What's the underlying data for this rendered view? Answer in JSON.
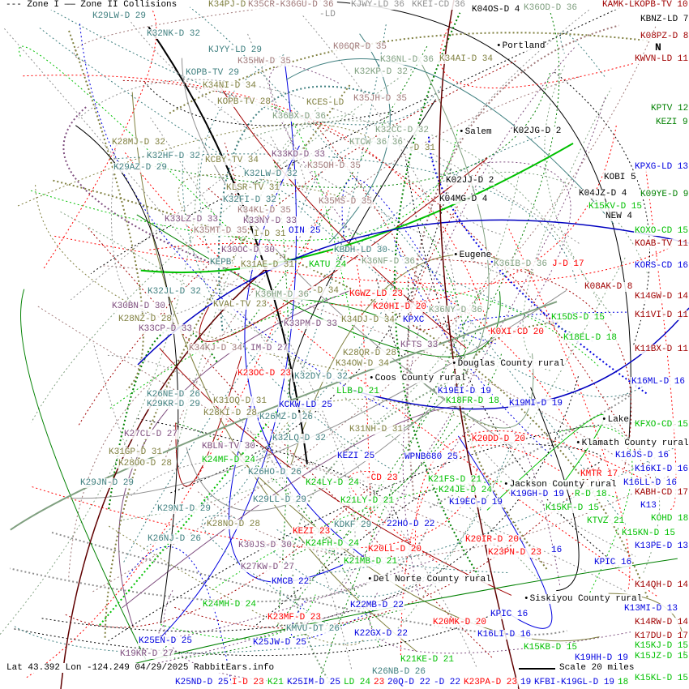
{
  "legend": {
    "zone1": "--- Zone I",
    "zone2": "—— Zone II Collisions"
  },
  "status": "Lat 43.392 Lon -124.249 04/29/2025 RabbitEars.info",
  "scale": "Scale 20 miles",
  "north": "N",
  "colors": {
    "teal": "#408080",
    "rose": "#a07878",
    "olive": "#808040",
    "graygreen": "#80a080",
    "purple": "#805080",
    "blue": "#0000e0",
    "green": "#00c000",
    "darkgreen": "#008000",
    "red": "#ff0000",
    "darkred": "#a00000",
    "black": "#000000",
    "gray": "#909090"
  },
  "cities": [
    "Portland",
    "Salem",
    "Eugene",
    "Douglas County rural",
    "Coos County rural",
    "Lake",
    "Klamath County rural",
    "Jackson County rural",
    "Del Norte County rural",
    "Siskiyou County rural"
  ],
  "labels": [
    {
      "text": "K29LW-D 29",
      "color": "teal"
    },
    {
      "text": "K34PJ-D",
      "color": "olive"
    },
    {
      "text": "K35CR-K36GU-D 36",
      "color": "rose"
    },
    {
      "text": "-LD",
      "color": "gray"
    },
    {
      "text": "KJWY-LD 36",
      "color": "gray"
    },
    {
      "text": "KKEI-CD 36",
      "color": "gray"
    },
    {
      "text": "K04OS-D 4",
      "color": "black"
    },
    {
      "text": "K36OD-D 36",
      "color": "graygreen"
    },
    {
      "text": "KAMK-LKOPB-TV 10",
      "color": "darkred"
    },
    {
      "text": "KBNZ-LD 7",
      "color": "black"
    },
    {
      "text": "K08PZ-D 8",
      "color": "darkred"
    },
    {
      "text": "KWVN-LD 11",
      "color": "darkred"
    },
    {
      "text": "K32NK-D 32",
      "color": "teal"
    },
    {
      "text": "KJYY-LD 29",
      "color": "teal"
    },
    {
      "text": "K35HW-D 35",
      "color": "rose"
    },
    {
      "text": "K06QR-D 35",
      "color": "rose"
    },
    {
      "text": "K36NL-D 36",
      "color": "graygreen"
    },
    {
      "text": "K34AI-D 34",
      "color": "olive"
    },
    {
      "text": "KOPB-TV 29",
      "color": "teal"
    },
    {
      "text": "K34NI-D 34",
      "color": "olive"
    },
    {
      "text": "K32KP-D 32",
      "color": "graygreen"
    },
    {
      "text": "KOPB-TV 28",
      "color": "olive"
    },
    {
      "text": "KCES-LD",
      "color": "olive"
    },
    {
      "text": "K35JH-D 35",
      "color": "rose"
    },
    {
      "text": "K36BX-D 36",
      "color": "graygreen"
    },
    {
      "text": "KTCW 36 36",
      "color": "graygreen"
    },
    {
      "text": "K32CC-D 32",
      "color": "graygreen"
    },
    {
      "text": "-D 31",
      "color": "olive"
    },
    {
      "text": "K02JG-D 2",
      "color": "black"
    },
    {
      "text": "KPTV 12",
      "color": "darkgreen"
    },
    {
      "text": "KEZI 9",
      "color": "darkgreen"
    },
    {
      "text": "K28MJ-D 32",
      "color": "olive"
    },
    {
      "text": "K32HF-D 32",
      "color": "teal"
    },
    {
      "text": "K29AZ-D 29",
      "color": "teal"
    },
    {
      "text": "KCBY-TV 34",
      "color": "olive"
    },
    {
      "text": "K33KD-D 33",
      "color": "purple"
    },
    {
      "text": "K35OH-D 35",
      "color": "rose"
    },
    {
      "text": "K32LW-D 32",
      "color": "teal"
    },
    {
      "text": "KLSR-TV 31",
      "color": "olive"
    },
    {
      "text": "K32FI-D 32",
      "color": "teal"
    },
    {
      "text": "K34KL-D 35",
      "color": "rose"
    },
    {
      "text": "K35MS-D 35",
      "color": "rose"
    },
    {
      "text": "K33NY-D 33",
      "color": "purple"
    },
    {
      "text": "K33LZ-D 33",
      "color": "purple"
    },
    {
      "text": "K35MT-D 35",
      "color": "rose"
    },
    {
      "text": "I-D 31",
      "color": "olive"
    },
    {
      "text": "OIN 25",
      "color": "blue"
    },
    {
      "text": "K02JJ-D 2",
      "color": "black"
    },
    {
      "text": "K04MG-D 4",
      "color": "black"
    },
    {
      "text": "KOBI 5",
      "color": "black"
    },
    {
      "text": "KPXG-LD 13",
      "color": "blue"
    },
    {
      "text": "K04JZ-D 4",
      "color": "black"
    },
    {
      "text": "K15KV-D 15",
      "color": "green"
    },
    {
      "text": "K09YE-D 9",
      "color": "darkgreen"
    },
    {
      "text": "NEW 4",
      "color": "black"
    },
    {
      "text": "KOXO-CD 15",
      "color": "green"
    },
    {
      "text": "KOAB-TV 11",
      "color": "darkred"
    },
    {
      "text": "KORS-CD 16",
      "color": "blue"
    },
    {
      "text": "K36IB-D 36",
      "color": "graygreen"
    },
    {
      "text": "J-D 17",
      "color": "red"
    },
    {
      "text": "K08AK-D 8",
      "color": "darkred"
    },
    {
      "text": "K14GW-D 14",
      "color": "darkred"
    },
    {
      "text": "K11VI-D 11",
      "color": "darkred"
    },
    {
      "text": "K15DS-D 15",
      "color": "green"
    },
    {
      "text": "K18EL-D 18",
      "color": "green"
    },
    {
      "text": "K11BX-D 11",
      "color": "darkred"
    },
    {
      "text": "K16ML-D 16",
      "color": "blue"
    },
    {
      "text": "K30OC-D 30",
      "color": "purple"
    },
    {
      "text": "KEPB",
      "color": "teal"
    },
    {
      "text": "K31AE-D 31",
      "color": "olive"
    },
    {
      "text": "KATU 24",
      "color": "green"
    },
    {
      "text": "KBDH-LD 30",
      "color": "teal"
    },
    {
      "text": "K36NF-D 36",
      "color": "graygreen"
    },
    {
      "text": "K32JL-D 32",
      "color": "teal"
    },
    {
      "text": "K36HM-D 36",
      "color": "graygreen"
    },
    {
      "text": "-D 34",
      "color": "olive"
    },
    {
      "text": "KGWZ-LD 23",
      "color": "red"
    },
    {
      "text": "K20HI-D 20",
      "color": "red"
    },
    {
      "text": "K30BN-D 30",
      "color": "purple"
    },
    {
      "text": "KVAL-TV 23",
      "color": "olive"
    },
    {
      "text": "K28NZ-D 28",
      "color": "olive"
    },
    {
      "text": "K34DJ-D 34",
      "color": "olive"
    },
    {
      "text": "KPXC",
      "color": "blue"
    },
    {
      "text": "K36NY-D 36",
      "color": "graygreen"
    },
    {
      "text": "K33CP-D 33",
      "color": "purple"
    },
    {
      "text": "K33PM-D 33",
      "color": "purple"
    },
    {
      "text": "K0XI-CD 20",
      "color": "red"
    },
    {
      "text": "K34KJ-D 34",
      "color": "rose"
    },
    {
      "text": "IM-D 27",
      "color": "purple"
    },
    {
      "text": "KFTS 33",
      "color": "purple"
    },
    {
      "text": "K28QR-D 28",
      "color": "olive"
    },
    {
      "text": "K34OW-D 34",
      "color": "olive"
    },
    {
      "text": "K23OC-D 23",
      "color": "red"
    },
    {
      "text": "K32DY-D 32",
      "color": "teal"
    },
    {
      "text": "LLB-D 21",
      "color": "green"
    },
    {
      "text": "K19EI-D 19",
      "color": "blue"
    },
    {
      "text": "K26NE-D 26",
      "color": "teal"
    },
    {
      "text": "K29KR-D 29",
      "color": "teal"
    },
    {
      "text": "K31OQ-D 31",
      "color": "olive"
    },
    {
      "text": "KCKW-LD 25",
      "color": "blue"
    },
    {
      "text": "K18FR-D 18",
      "color": "green"
    },
    {
      "text": "K19MI-D 19",
      "color": "blue"
    },
    {
      "text": "K28KI-D 28",
      "color": "olive"
    },
    {
      "text": "K26MZ-D 26",
      "color": "teal"
    },
    {
      "text": "K31NH-D 31",
      "color": "olive"
    },
    {
      "text": "K27CL-D 27",
      "color": "purple"
    },
    {
      "text": "K32LQ-D 32",
      "color": "teal"
    },
    {
      "text": "K20DD-D 20",
      "color": "red"
    },
    {
      "text": "KFXO-CD 15",
      "color": "green"
    },
    {
      "text": "KBLN-TV 30",
      "color": "purple"
    },
    {
      "text": "K31GP-D 31",
      "color": "olive"
    },
    {
      "text": "K28OO-D 28",
      "color": "olive"
    },
    {
      "text": "K24MF-D 24",
      "color": "green"
    },
    {
      "text": "KEZI 25",
      "color": "blue"
    },
    {
      "text": "WPNB680 25",
      "color": "blue"
    },
    {
      "text": "K16JS-D 16",
      "color": "blue"
    },
    {
      "text": "K26HO-D 26",
      "color": "teal"
    },
    {
      "text": "K29JN-D 29",
      "color": "teal"
    },
    {
      "text": "K24LY-D 24",
      "color": "green"
    },
    {
      "text": "-CD 23",
      "color": "red"
    },
    {
      "text": "K21FS-D 21",
      "color": "green"
    },
    {
      "text": "KMTR 17",
      "color": "red"
    },
    {
      "text": "K16KI-D 16",
      "color": "blue"
    },
    {
      "text": "K16LL-D 16",
      "color": "blue"
    },
    {
      "text": "K29LL-D 29",
      "color": "teal"
    },
    {
      "text": "K24JE-D 24",
      "color": "green"
    },
    {
      "text": "K19GH-D 19",
      "color": "blue"
    },
    {
      "text": "K19EC-D 19",
      "color": "blue"
    },
    {
      "text": "R-D 18",
      "color": "green"
    },
    {
      "text": "KABH-CD 17",
      "color": "darkred"
    },
    {
      "text": "K29NI-D 29",
      "color": "teal"
    },
    {
      "text": "K21LY-D 21",
      "color": "green"
    },
    {
      "text": "K15KF-D 15",
      "color": "green"
    },
    {
      "text": "K13",
      "color": "blue"
    },
    {
      "text": "KOHD 18",
      "color": "green"
    },
    {
      "text": "K28NO-D 28",
      "color": "olive"
    },
    {
      "text": "KDKF 29",
      "color": "teal"
    },
    {
      "text": "22HO-D 22",
      "color": "blue"
    },
    {
      "text": "KEZI 23",
      "color": "red"
    },
    {
      "text": "KTVZ 21",
      "color": "green"
    },
    {
      "text": "K26NJ-D 26",
      "color": "teal"
    },
    {
      "text": "K24FH-D 24",
      "color": "green"
    },
    {
      "text": "K15KN-D 15",
      "color": "green"
    },
    {
      "text": "K20IR-D 20",
      "color": "red"
    },
    {
      "text": "K30JS-D 30",
      "color": "purple"
    },
    {
      "text": "K23PN-D 23",
      "color": "red"
    },
    {
      "text": "16",
      "color": "blue"
    },
    {
      "text": "K13PE-D 13",
      "color": "blue"
    },
    {
      "text": "K20LL-D 20",
      "color": "red"
    },
    {
      "text": "K21MB-D 21",
      "color": "green"
    },
    {
      "text": "K27KW-D 27",
      "color": "purple"
    },
    {
      "text": "KPIC 16",
      "color": "blue"
    },
    {
      "text": "KMCB 22",
      "color": "blue"
    },
    {
      "text": "K14QH-D 14",
      "color": "darkred"
    },
    {
      "text": "K13MI-D 13",
      "color": "blue"
    },
    {
      "text": "K24MH-D 24",
      "color": "green"
    },
    {
      "text": "K22MB-D 22",
      "color": "blue"
    },
    {
      "text": "K14RW-D 14",
      "color": "darkred"
    },
    {
      "text": "K23MF-D 23",
      "color": "red"
    },
    {
      "text": "KMVU-DT 26",
      "color": "teal"
    },
    {
      "text": "K20MK-D 20",
      "color": "red"
    },
    {
      "text": "KPIC 16",
      "color": "blue"
    },
    {
      "text": "K17DU-D 17",
      "color": "darkred"
    },
    {
      "text": "K16LI-D 16",
      "color": "blue"
    },
    {
      "text": "K25JW-D 25",
      "color": "blue"
    },
    {
      "text": "K22GX-D 22",
      "color": "blue"
    },
    {
      "text": "K25EN-D 25",
      "color": "blue"
    },
    {
      "text": "K15KB-D 15",
      "color": "green"
    },
    {
      "text": "K15KJ-D 15",
      "color": "green"
    },
    {
      "text": "K15KL-D 15",
      "color": "green"
    },
    {
      "text": "K19KR-D 27",
      "color": "purple"
    },
    {
      "text": "K21KE-D 21",
      "color": "green"
    },
    {
      "text": "K26NB-D 26",
      "color": "teal"
    },
    {
      "text": "K15JZ-D 15",
      "color": "green"
    },
    {
      "text": "K25ND-D 25",
      "color": "blue"
    },
    {
      "text": "I-D 23",
      "color": "red"
    },
    {
      "text": "K21",
      "color": "green"
    },
    {
      "text": "K25IM-D 25",
      "color": "blue"
    },
    {
      "text": "LD 24",
      "color": "green"
    },
    {
      "text": "23",
      "color": "red"
    },
    {
      "text": "20Q-D 22",
      "color": "blue"
    },
    {
      "text": "-D 22",
      "color": "blue"
    },
    {
      "text": "K23PA-D 23",
      "color": "red"
    },
    {
      "text": "19",
      "color": "blue"
    },
    {
      "text": "KFBI-K19GL-D 19",
      "color": "blue"
    },
    {
      "text": "18",
      "color": "green"
    },
    {
      "text": "K19HH-D 19",
      "color": "blue"
    }
  ]
}
